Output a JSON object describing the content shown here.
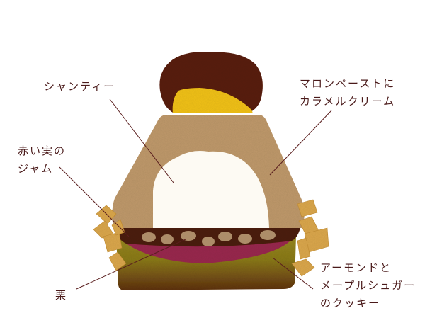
{
  "diagram": {
    "subject": "Cake cross-section",
    "labels": {
      "chantilly": {
        "lines": [
          "シャンティー"
        ]
      },
      "marron_paste": {
        "lines": [
          "マロンペーストに",
          "カラメルクリーム"
        ]
      },
      "red_berry_jam": {
        "lines": [
          "赤い実の",
          "ジャム"
        ]
      },
      "chestnut": {
        "lines": [
          "栗"
        ]
      },
      "almond_cookie": {
        "lines": [
          "アーモンドと",
          "メープルシュガー",
          "のクッキー"
        ]
      }
    },
    "colors": {
      "label_text": "#4a1a1a",
      "leader_line": "#5a1e1e",
      "top_chestnut": "#5a2216",
      "top_caramel": "#f2c21c",
      "marron_cream": "#c09a6c",
      "chantilly": "#fdfaf3",
      "chestnut_layer": "#4e2414",
      "chestnut_pieces": "#b89a74",
      "jam": "#9a2a50",
      "cookie_green": "#8a7a1e",
      "cookie_brown": "#6e3e18",
      "cookie_chips": "#dca84e"
    }
  }
}
